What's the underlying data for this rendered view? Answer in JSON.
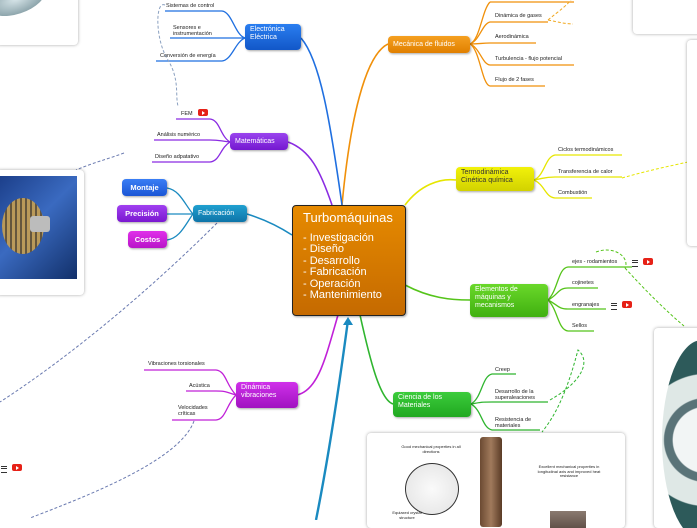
{
  "center": {
    "title": "Turbomáquinas",
    "items": [
      "- Investigación",
      "- Diseño",
      "- Desarrollo",
      "- Fabricación",
      "- Operación",
      "- Mantenimiento"
    ]
  },
  "branches": {
    "mecanica": {
      "label": "Mecánica de fluidos",
      "color": "#f0900a",
      "leaves": [
        "Dinámica de gases",
        "Aerodinámica",
        "Turbulencia - flujo potencial",
        "Flujo de 2 fases"
      ]
    },
    "termo": {
      "label": "Termodinámica Cinética química",
      "color": "#e6e600",
      "leaves": [
        "Ciclos termodinámicos",
        "Transferencia de calor",
        "Combustión"
      ]
    },
    "elementos": {
      "label": "Elementos de máquinas y mecanismos",
      "color": "#55c41a",
      "leaves": [
        "ejes - rodamientos",
        "cojinetes",
        "engranajes",
        "Sellos"
      ]
    },
    "materiales": {
      "label": "Ciencia de los Materiales",
      "color": "#2fb52f",
      "leaves": [
        "Creep",
        "Desarrollo de la superaleaciones",
        "Resistencia de materiales"
      ]
    },
    "electronica": {
      "label": "Electrónica Eléctrica",
      "color": "#1f6fe0",
      "leaves": [
        "Sistemas de control",
        "Sensores e instrumentación",
        "Conversión de energía"
      ]
    },
    "matematicas": {
      "label": "Matemáticas",
      "color": "#8a2be2",
      "leaves": [
        "FEM",
        "Análisis numérico",
        "Diseño adpatativo"
      ]
    },
    "fabricacion": {
      "label": "Fabricación",
      "color": "#1a8ac0",
      "leaves": [
        "Montaje",
        "Precisión",
        "Costos"
      ]
    },
    "dinamica": {
      "label": "Dinámica vibraciones",
      "color": "#c020d8",
      "leaves": [
        "Vibraciones torsionales",
        "Acústica",
        "Velocidades críticas"
      ]
    }
  },
  "icons": {
    "video": "youtube-icon",
    "notes": "notes-icon"
  },
  "image_labels": {
    "bottom_left": "Good mechanical properties in all directions",
    "bottom_mid": "Equiaxed crystal structure",
    "bottom_right": "Excellent mechanical properties in longitudinal axis and improved heat resistance"
  }
}
